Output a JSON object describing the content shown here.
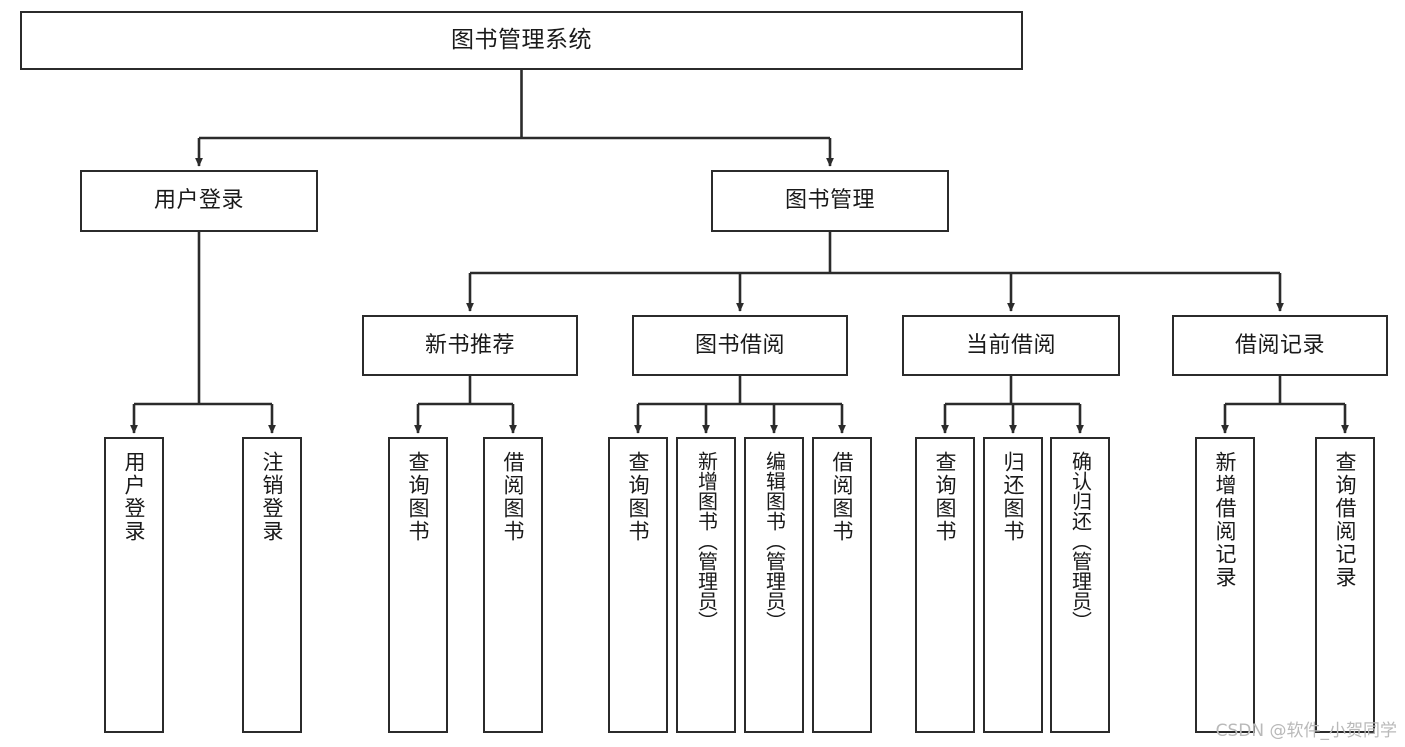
{
  "diagram": {
    "title": "图书管理系统",
    "type": "tree",
    "watermark": "CSDN @软件_小贺同学",
    "colors": {
      "stroke": "#2b2b2b",
      "fill": "#ffffff",
      "text": "#1a1a1a",
      "watermark": "#b9b9b9"
    },
    "nodes": {
      "root": {
        "label": "图书管理系统"
      },
      "level2": [
        {
          "id": "user-login",
          "label": "用户登录"
        },
        {
          "id": "book-manage",
          "label": "图书管理"
        }
      ],
      "level3": [
        {
          "id": "new-book-rec",
          "label": "新书推荐"
        },
        {
          "id": "book-borrow",
          "label": "图书借阅"
        },
        {
          "id": "current-borrow",
          "label": "当前借阅"
        },
        {
          "id": "borrow-record",
          "label": "借阅记录"
        }
      ],
      "leaves": {
        "user-login": [
          {
            "id": "leaf-user-login",
            "label": "用户登录"
          },
          {
            "id": "leaf-logout-login",
            "label": "注销登录"
          }
        ],
        "new-book-rec": [
          {
            "id": "leaf-query-book-1",
            "label": "查询图书"
          },
          {
            "id": "leaf-borrow-book-1",
            "label": "借阅图书"
          }
        ],
        "book-borrow": [
          {
            "id": "leaf-query-book-2",
            "label": "查询图书"
          },
          {
            "id": "leaf-add-book",
            "label": "新增图书（管理员）"
          },
          {
            "id": "leaf-edit-book",
            "label": "编辑图书（管理员）"
          },
          {
            "id": "leaf-borrow-book-2",
            "label": "借阅图书"
          }
        ],
        "current-borrow": [
          {
            "id": "leaf-query-book-3",
            "label": "查询图书"
          },
          {
            "id": "leaf-return-book",
            "label": "归还图书"
          },
          {
            "id": "leaf-confirm-return",
            "label": "确认归还（管理员）"
          }
        ],
        "borrow-record": [
          {
            "id": "leaf-add-record",
            "label": "新增借阅记录"
          },
          {
            "id": "leaf-query-record",
            "label": "查询借阅记录"
          }
        ]
      }
    }
  }
}
